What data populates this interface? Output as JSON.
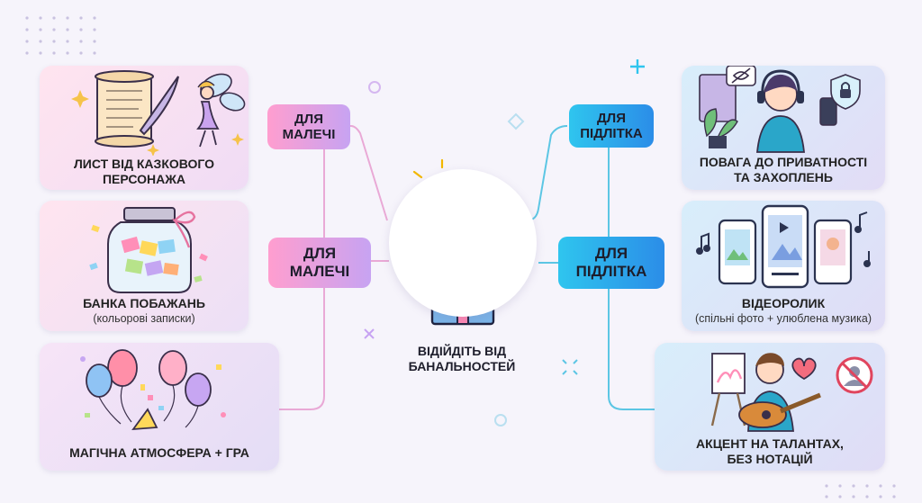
{
  "center": {
    "title_line1": "ВІДІЙДІТЬ ВІД",
    "title_line2": "БАНАЛЬНОСТЕЙ"
  },
  "left": {
    "branch_label_top": {
      "line1": "ДЛЯ",
      "line2": "МАЛЕЧІ"
    },
    "branch_label_main": {
      "line1": "ДЛЯ",
      "line2": "МАЛЕЧІ"
    },
    "cards": [
      {
        "title_line1": "ЛИСТ ВІД КАЗКОВОГО",
        "title_line2": "ПЕРСОНАЖА"
      },
      {
        "title": "БАНКА ПОБАЖАНЬ",
        "subtitle": "(кольорові записки)"
      },
      {
        "title": "МАГІЧНА АТМОСФЕРА + ГРА"
      }
    ]
  },
  "right": {
    "branch_label_top": {
      "line1": "ДЛЯ",
      "line2": "ПІДЛІТКА"
    },
    "branch_label_main": {
      "line1": "ДЛЯ",
      "line2": "ПІДЛІТКА"
    },
    "cards": [
      {
        "title_line1": "ПОВАГА ДО ПРИВАТНОСТІ",
        "title_line2": "ТА ЗАХОПЛЕНЬ"
      },
      {
        "title": "ВІДЕОРОЛИК",
        "subtitle": "(спільні фото + улюблена музика)"
      },
      {
        "title_line1": "АКЦЕНТ НА ТАЛАНТАХ,",
        "title_line2": "БЕЗ НОТАЦІЙ"
      }
    ]
  },
  "colors": {
    "left_connector": "#e9a9d6",
    "right_connector": "#5cc6e4",
    "left_pill_gradient": [
      "#ff9ecf",
      "#c7a3f2"
    ],
    "right_pill_gradient": [
      "#2fc5ee",
      "#2b8de8"
    ]
  },
  "icons": {
    "center": [
      "lightbulb-icon",
      "heart-icon",
      "gift-box-icon"
    ],
    "left_cards": [
      "scroll-quill-fairy-icon",
      "wish-jar-icon",
      "balloons-confetti-icon"
    ],
    "right_cards": [
      "teen-headphones-privacy-icon",
      "phones-video-music-icon",
      "teen-guitar-no-lecture-icon"
    ]
  }
}
